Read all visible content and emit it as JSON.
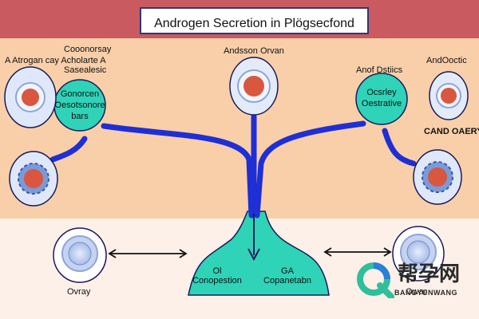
{
  "title": "Androgen Secretion in Plögsecfond",
  "labels": {
    "top_left_a": "Cooonorsay",
    "top_left_b": "A Atrogan cay Acholarte A",
    "top_left_c": "Sasealesic",
    "left_node_1": "Gonorcen",
    "left_node_2": "Oesotsonore",
    "left_node_3": "bars",
    "top_center": "Andsson Orvan",
    "right_top_a": "Anof Dstiics",
    "right_top_b": "AndOoctic",
    "right_node_1": "Ocsrley",
    "right_node_2": "Oestrative",
    "right_mid": "CAND OAERY",
    "hub_1": "Ol",
    "hub_2": "Conopestion",
    "hub_3": "GA",
    "hub_4": "Copanetabn",
    "bottom_left": "Ovray",
    "bottom_right": "Owar"
  },
  "watermark": {
    "text": "帮孕网",
    "sub": "BANGYUNWANG"
  },
  "colors": {
    "header_band": "#c95a5f",
    "mid_band": "#f8cfa9",
    "bottom_band": "#fdf0e8",
    "teal_node": "#2fd3b8",
    "flow_blue": "#1f2fd6",
    "follicle_red": "#d9573f",
    "follicle_blue": "#6d8fd6"
  }
}
